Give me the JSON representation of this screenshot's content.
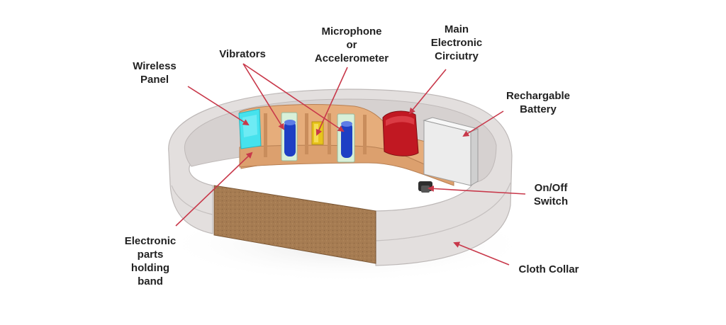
{
  "labels": {
    "wireless_panel": [
      "Wireless",
      "Panel"
    ],
    "vibrators": [
      "Vibrators"
    ],
    "microphone": [
      "Microphone",
      "or",
      "Accelerometer"
    ],
    "main_circuitry": [
      "Main",
      "Electronic",
      "Circiutry"
    ],
    "battery": [
      "Rechargable",
      "Battery"
    ],
    "switch": [
      "On/Off",
      "Switch"
    ],
    "holding_band": [
      "Electronic",
      "parts",
      "holding",
      "band"
    ],
    "cloth_collar": [
      "Cloth Collar"
    ]
  },
  "colors": {
    "arrow": "#c8384a",
    "collar": "#e2dedd",
    "band": "#e7ae7c",
    "wireless_panel": "#44e3ee",
    "vibrator": "#1e3ec2",
    "microphone": "#e6c21a",
    "circuitry": "#c01822",
    "battery": "#eeeeee",
    "cloth_patch": "#a2784e"
  }
}
